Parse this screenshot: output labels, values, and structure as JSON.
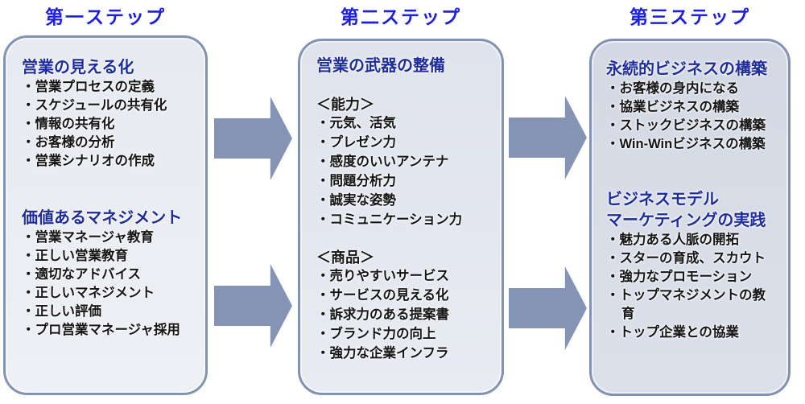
{
  "headers": [
    {
      "label": "第一ステップ"
    },
    {
      "label": "第二ステップ"
    },
    {
      "label": "第三ステップ"
    }
  ],
  "boxes": [
    {
      "sections": [
        {
          "title": "営業の見える化",
          "items": [
            "・営業プロセスの定義",
            "・スケジュールの共有化",
            "・情報の共有化",
            "・お客様の分析",
            "・営業シナリオの作成"
          ]
        },
        {
          "title": "価値あるマネジメント",
          "items": [
            "・営業マネージャ教育",
            "・正しい営業教育",
            "・適切なアドバイス",
            "・正しいマネジメント",
            "・正しい評価",
            "・プロ営業マネージャ採用"
          ]
        }
      ]
    },
    {
      "sections": [
        {
          "title": "営業の武器の整備",
          "items": []
        },
        {
          "title": "＜能力＞",
          "items": [
            "・元気、活気",
            "・プレゼン力",
            "・感度のいいアンテナ",
            "・問題分析力",
            "・誠実な姿勢",
            "・コミュニケーション力"
          ]
        },
        {
          "title": "＜商品＞",
          "items": [
            "・売りやすいサービス",
            "・サービスの見える化",
            "・訴求力のある提案書",
            "・ブランド力の向上",
            "・強力な企業インフラ"
          ]
        }
      ]
    },
    {
      "sections": [
        {
          "title": "永続的ビジネスの構築",
          "items": [
            "・お客様の身内になる",
            "・協業ビジネスの構築",
            "・ストックビジネスの構築",
            "・Win-Winビジネスの構築"
          ]
        },
        {
          "title": "ビジネスモデル\nマーケティングの実践",
          "items": [
            "・魅力ある人脈の開拓",
            "・スターの育成、スカウト",
            "・強力なプロモーション",
            "・トップマネジメントの教育",
            "・トップ企業との協業"
          ]
        }
      ]
    }
  ],
  "colors": {
    "header_blue": "#1d1fe0",
    "section_navy": "#1e2d9b",
    "body_text": "#151515",
    "box_border": "#8391b2",
    "arrow_fill": "#8593b5",
    "box1_fill": "#ebedf3",
    "box2_fill": "#e3e7ee",
    "box3_fill": "#d7dce6"
  }
}
